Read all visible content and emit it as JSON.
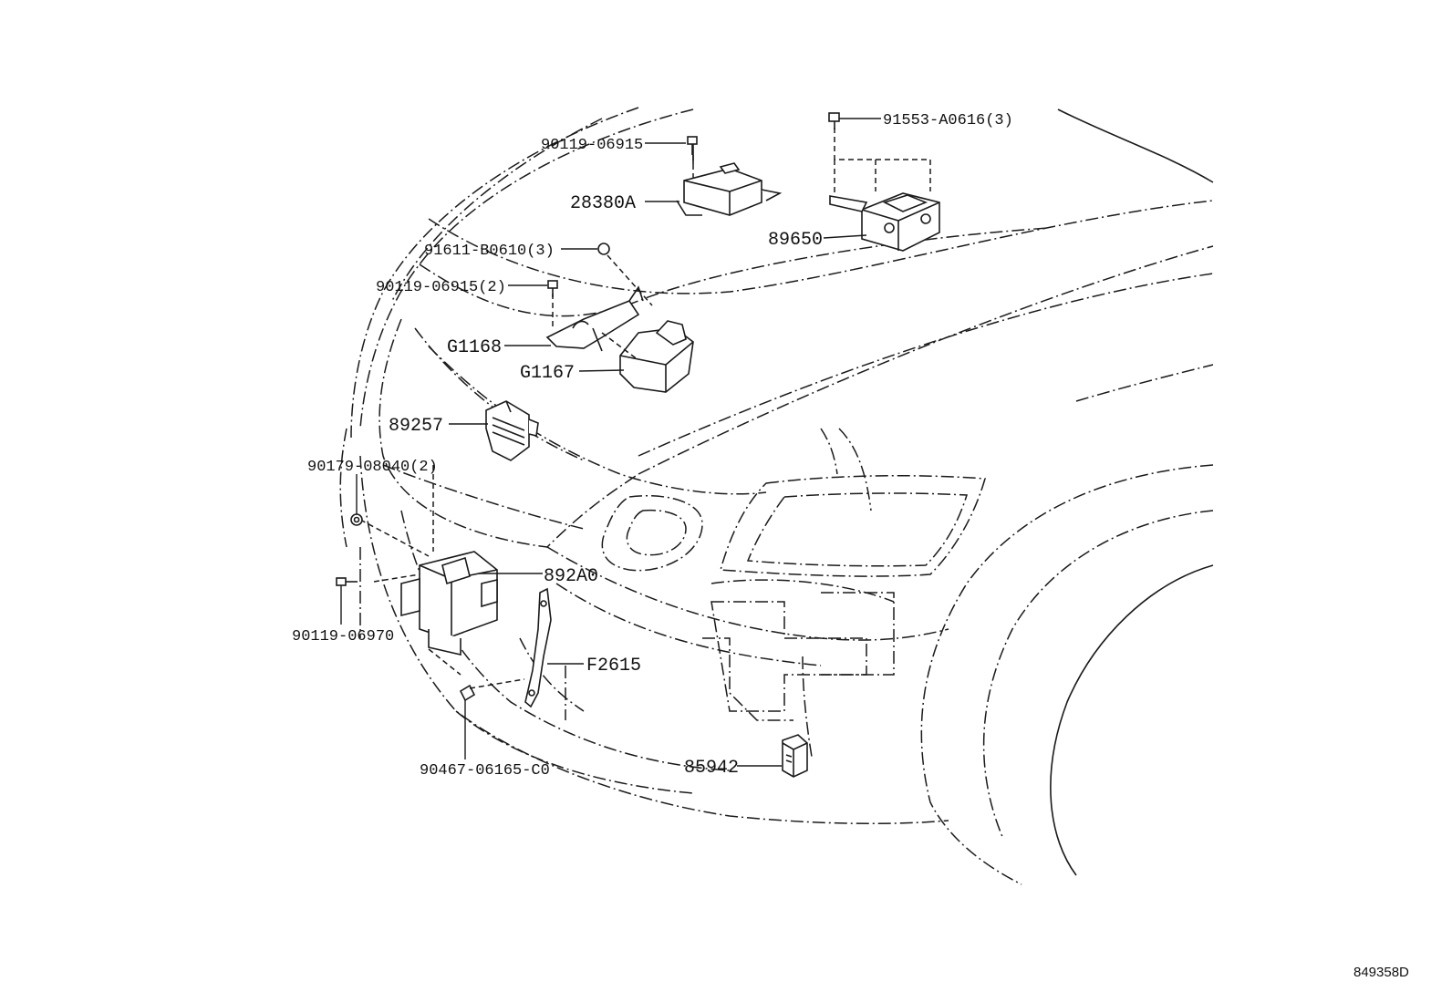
{
  "diagram": {
    "labels": {
      "p90119_06915": "90119-06915",
      "p28380A": "28380A",
      "p91553_A0616": "91553-A0616(3)",
      "p89650": "89650",
      "p91611_B0610": "91611-B0610(3)",
      "p90119_06915_2": "90119-06915(2)",
      "pG1168": "G1168",
      "pG1167": "G1167",
      "p89257": "89257",
      "p90179_08040": "90179-08040(2)",
      "p892A0": "892A0",
      "p90119_06970": "90119-06970",
      "pF2615": "F2615",
      "p90467_06165": "90467-06165-C0",
      "p85942": "85942"
    },
    "reference_code": "849358D"
  }
}
